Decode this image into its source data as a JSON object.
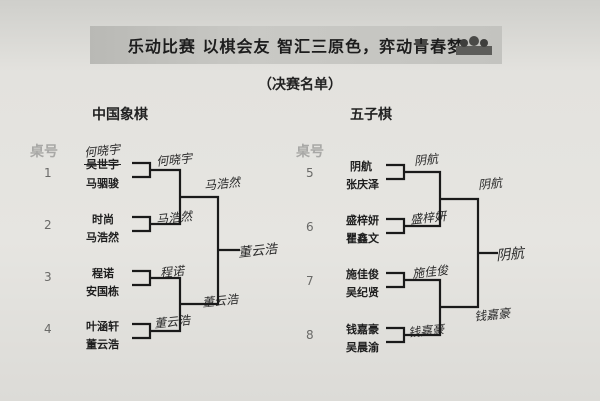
{
  "title": "乐动比赛 以棋会友 智汇三原色，弈动青春梦",
  "subtitle": "（决赛名单）",
  "sections": [
    {
      "title": "中国象棋",
      "table_header": "桌号",
      "tables": [
        {
          "num": "1",
          "p1": "吴世宇",
          "p1_note": "何晓宇",
          "p2": "马骃骏"
        },
        {
          "num": "2",
          "p1": "时尚",
          "p2": "马浩然"
        },
        {
          "num": "3",
          "p1": "程诺",
          "p2": "安国栋"
        },
        {
          "num": "4",
          "p1": "叶涵轩",
          "p2": "董云浩"
        }
      ],
      "round1_winners": [
        "何晓宇",
        "马浩然",
        "程诺",
        "董云浩"
      ],
      "round2_winners": [
        "马浩然",
        "董云浩"
      ],
      "champion": "董云浩"
    },
    {
      "title": "五子棋",
      "table_header": "桌号",
      "tables": [
        {
          "num": "5",
          "p1": "阴航",
          "p2": "张庆泽"
        },
        {
          "num": "6",
          "p1": "盛梓妍",
          "p2": "瞿鑫文"
        },
        {
          "num": "7",
          "p1": "施佳俊",
          "p2": "吴纪贤"
        },
        {
          "num": "8",
          "p1": "钱嘉豪",
          "p2": "吴晨渝"
        }
      ],
      "round1_winners": [
        "阴航",
        "盛梓妍",
        "施佳俊",
        "钱嘉豪"
      ],
      "round2_winners": [
        "阴航",
        "钱嘉豪"
      ],
      "champion": "阴航"
    }
  ]
}
